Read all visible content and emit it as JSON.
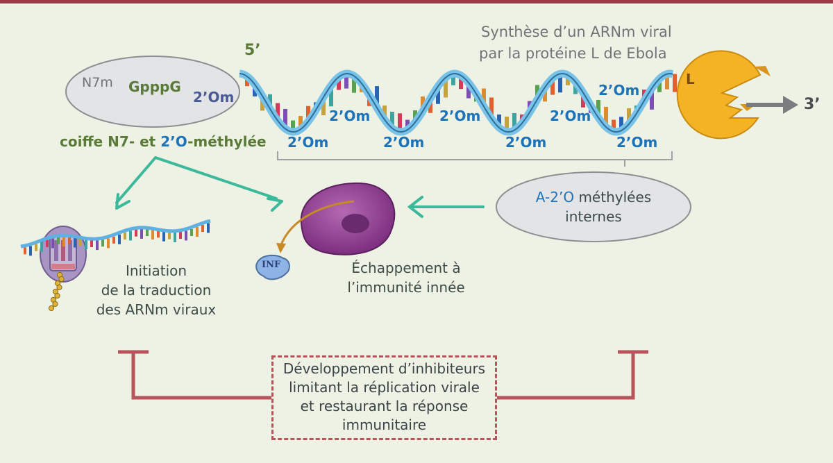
{
  "title_line1": "Synthèse d’un ARNm viral",
  "title_line2": "par la protéine L de Ebola",
  "five_prime": "5’",
  "three_prime": "3’",
  "protein_L": "L",
  "cap": {
    "n7m": "N7m",
    "gpppg": "GpppG",
    "o2m": "2’Om"
  },
  "cap_caption": {
    "part1": "coiffe N7- et ",
    "part2": "2’O",
    "part3": "-méthylée"
  },
  "methyl_label": "2’Om",
  "internal": {
    "prefix": "A-2’O",
    "suffix": " méthylées",
    "line2": "internes"
  },
  "translation": [
    "Initiation",
    "de la traduction",
    "des ARNm viraux"
  ],
  "escape": [
    "Échappement à",
    "l’immunité innée"
  ],
  "inf_label": "INF",
  "inhibitors": [
    "Développement d’inhibiteurs",
    "limitant la réplication virale",
    "et restaurant la réponse",
    "immunitaire"
  ],
  "colors": {
    "accent": "#9a3b46",
    "arrow": "#3cb99a",
    "cell": "#8e3f8f",
    "protein": "#f4b325",
    "blue": "#1e73b8",
    "green": "#5a7a3a"
  }
}
